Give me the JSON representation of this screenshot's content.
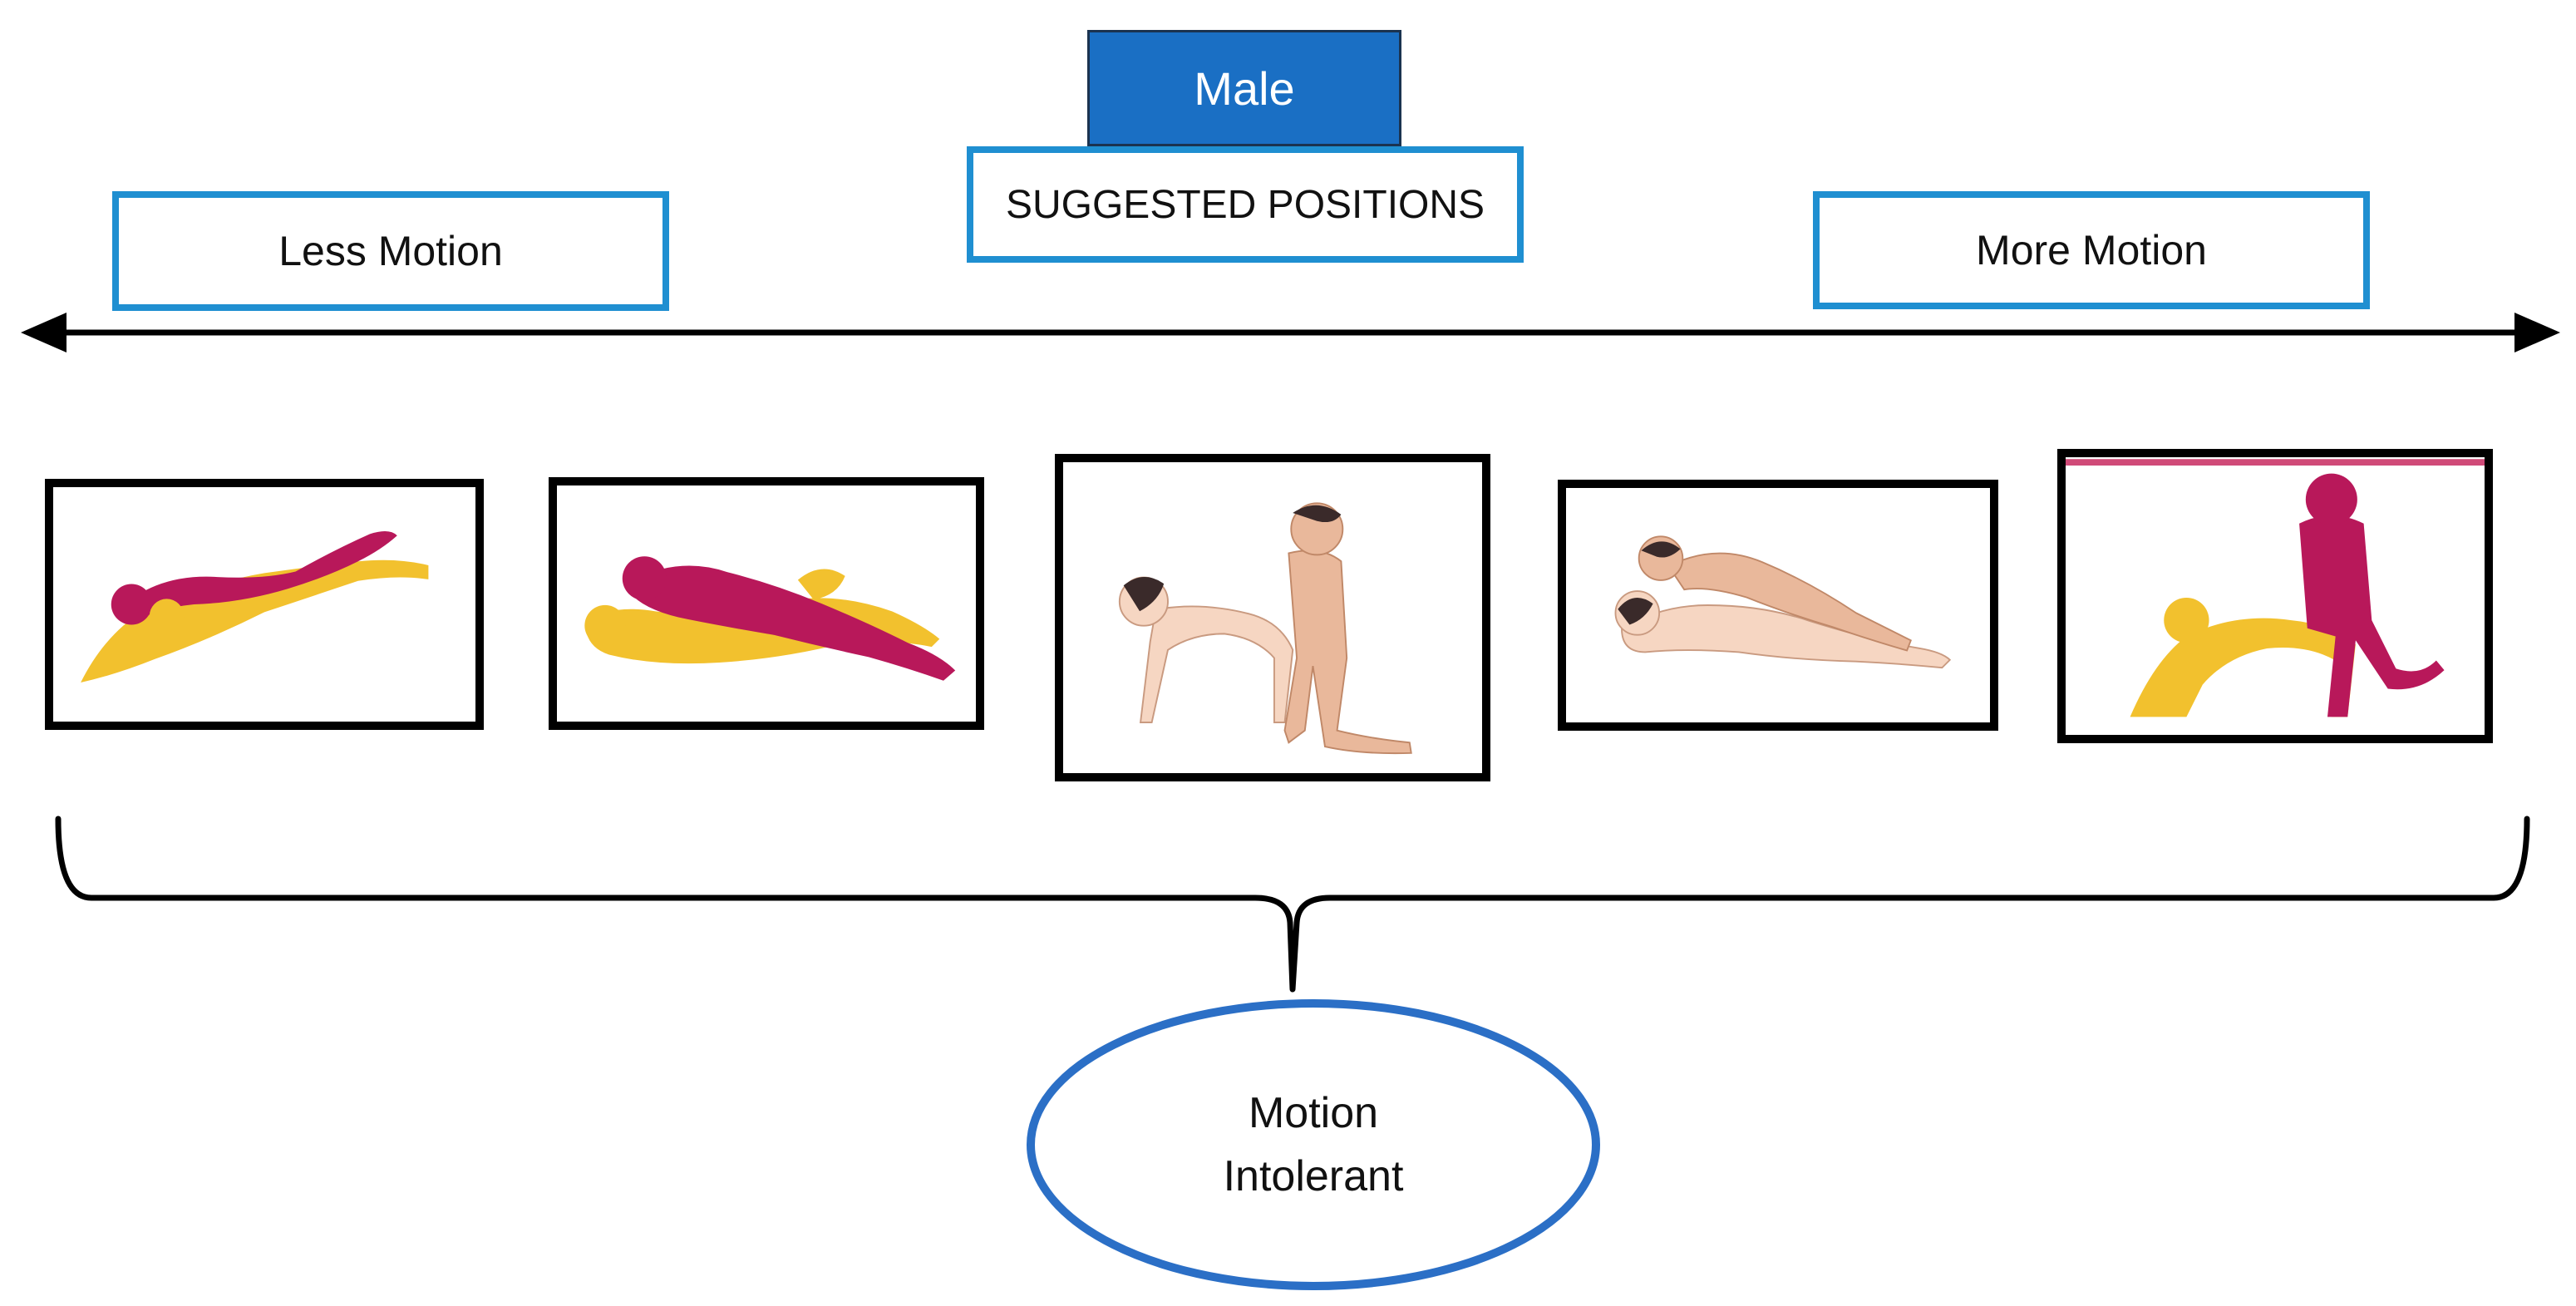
{
  "header": {
    "sex_label": "Male",
    "title": "SUGGESTED POSITIONS"
  },
  "axis": {
    "left_label": "Less Motion",
    "right_label": "More Motion"
  },
  "panels": [
    {
      "icon": "lying-position-illustration-1",
      "palette": [
        "#f2c12e",
        "#b8185a"
      ]
    },
    {
      "icon": "lying-position-illustration-2",
      "palette": [
        "#f2c12e",
        "#b8185a"
      ]
    },
    {
      "icon": "kneeling-position-illustration",
      "palette": [
        "#f6d6c2",
        "#e9b89b"
      ]
    },
    {
      "icon": "reclined-position-illustration",
      "palette": [
        "#f6d6c2",
        "#e9b89b"
      ]
    },
    {
      "icon": "kneeling-position-illustration-2",
      "palette": [
        "#f2c12e",
        "#b8185a"
      ]
    }
  ],
  "summary": {
    "line1": "Motion",
    "line2": "Intolerant"
  },
  "colors": {
    "badge": "#1a6fc4",
    "box_border": "#1f8fd1",
    "ellipse_border": "#2b6fc6",
    "axis": "#000000"
  }
}
